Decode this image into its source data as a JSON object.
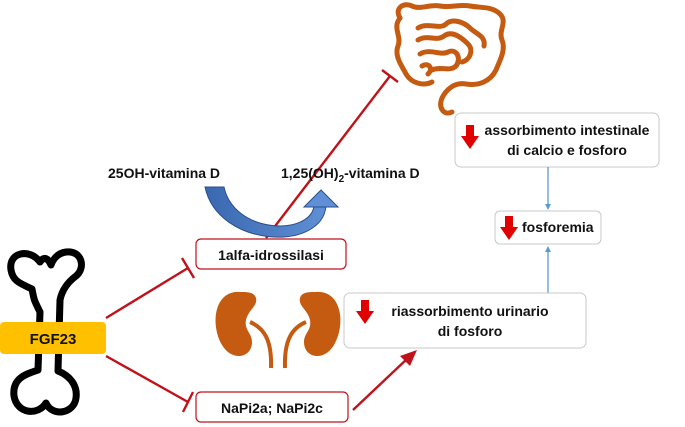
{
  "nodes": {
    "fgf23": "FGF23",
    "vitd_precursor": "25OH-vitamina D",
    "vitd_active_prefix": "1,25(OH)",
    "vitd_active_sub": "2",
    "vitd_active_suffix": "-vitamina D",
    "enzyme": "1alfa-idrossilasi",
    "transporters": "NaPi2a; NaPi2c",
    "urinary_line1": "riassorbimento urinario",
    "urinary_line2": "di fosforo",
    "intestinal_line1": "assorbimento intestinale",
    "intestinal_line2": "di calcio e fosforo",
    "phosphatemia": "fosforemia"
  },
  "icons": [
    "bone-icon",
    "kidney-icon",
    "intestine-icon",
    "down-arrow-icon"
  ],
  "colors": {
    "fgf23_fill": "#FFC000",
    "inhibition": "#C0121A",
    "conversion": "#2F5597",
    "flow": "#5B9BD5",
    "intestine": "#C55A11",
    "kidney": "#C55A11",
    "decrease": "#E00000"
  }
}
